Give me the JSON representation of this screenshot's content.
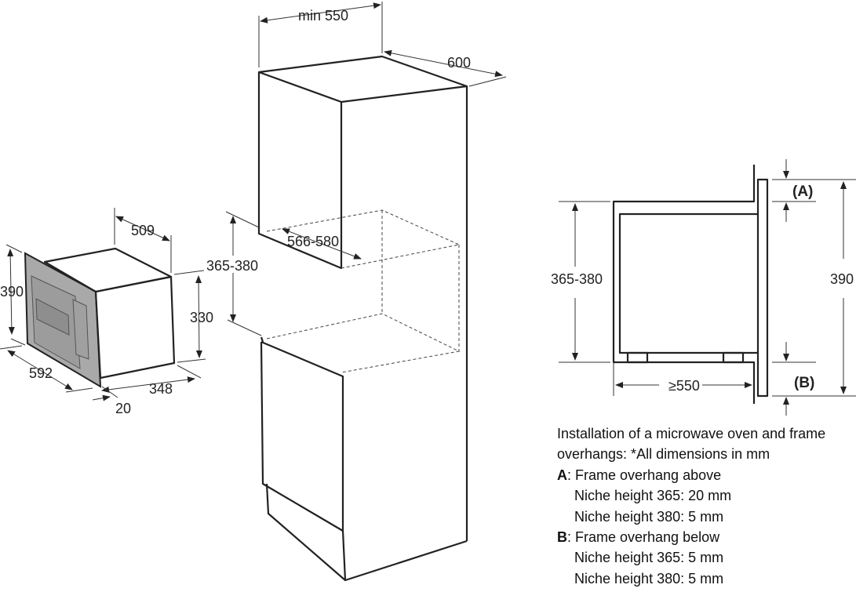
{
  "microwave": {
    "depth": "509",
    "height": "390",
    "body_height": "330",
    "width": "592",
    "body_depth": "348",
    "frame": "20"
  },
  "cabinet": {
    "min_width": "min 550",
    "depth": "600",
    "niche_depth": "566-580",
    "niche_height": "365-380"
  },
  "section": {
    "niche_height": "365-380",
    "total_height": "390",
    "depth": "≥550",
    "label_a": "(A)",
    "label_b": "(B)"
  },
  "notes": {
    "title_line1": "Installation of a microwave oven and frame",
    "title_line2": "overhangs: *All dimensions in mm",
    "a_key": "A",
    "a_text": ": Frame overhang above",
    "a_line1": "Niche height 365: 20 mm",
    "a_line2": "Niche height 380: 5 mm",
    "b_key": "B",
    "b_text": ": Frame overhang below",
    "b_line1": "Niche height 365: 5 mm",
    "b_line2": "Niche height 380: 5 mm"
  }
}
